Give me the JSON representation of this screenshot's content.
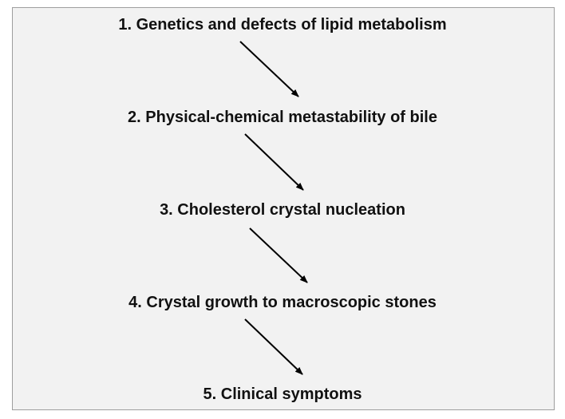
{
  "diagram": {
    "steps": [
      {
        "label": "1. Genetics and defects of lipid metabolism"
      },
      {
        "label": "2. Physical-chemical metastability of bile"
      },
      {
        "label": "3. Cholesterol crystal nucleation"
      },
      {
        "label": "4. Crystal growth to macroscopic stones"
      },
      {
        "label": "5. Clinical symptoms"
      }
    ],
    "connector_color": "#000000",
    "background_color": "#f2f2f2"
  }
}
